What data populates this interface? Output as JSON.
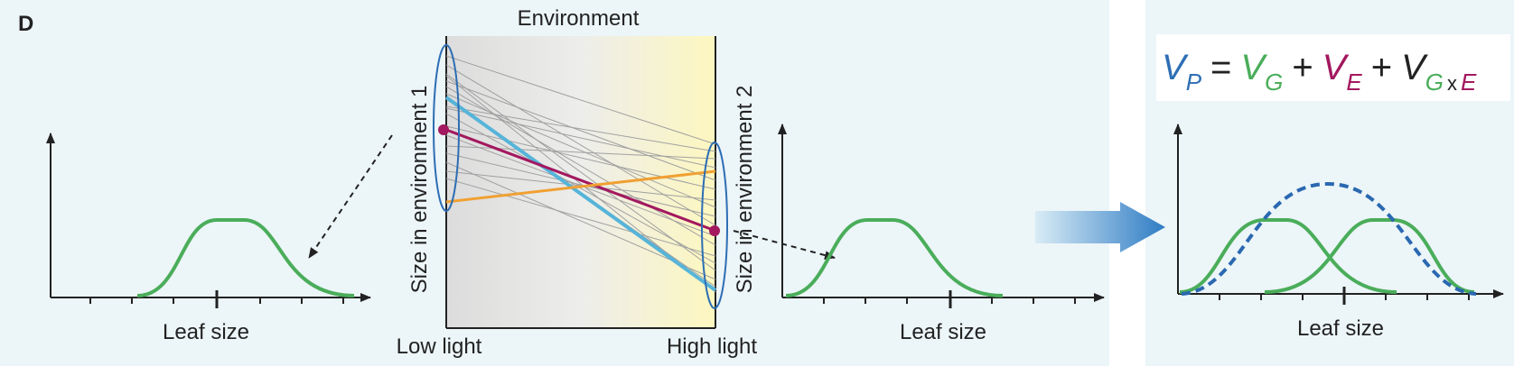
{
  "panel_letter": "D",
  "environment_axis": {
    "title": "Environment",
    "left_label": "Low light",
    "right_label": "High light",
    "left_axis_label": "Size in environment 1",
    "right_axis_label": "Size in environment 2"
  },
  "distribution_left": {
    "xlabel": "Leaf size"
  },
  "distribution_middle": {
    "xlabel": "Leaf size"
  },
  "distribution_right": {
    "xlabel": "Leaf size"
  },
  "equation": {
    "vp": "V",
    "vp_sub": "P",
    "eq": "=",
    "vg": "V",
    "vg_sub": "G",
    "plus1": "+",
    "ve": "V",
    "ve_sub": "E",
    "plus2": "+",
    "vgxe": "V",
    "vgxe_sub_g": "G",
    "vgxe_x": "x",
    "vgxe_sub_e": "E"
  },
  "colors": {
    "panel_bg": "#ecf5f8",
    "curve_green": "#4aad5a",
    "line_blue": "#56b4d9",
    "line_magenta": "#a3185f",
    "line_orange": "#f0a032",
    "line_gray": "#9a9a9a",
    "ellipse_blue": "#2d6eb4",
    "dashed_blue": "#2a68b0",
    "equation_blue": "#2d6eb4",
    "equation_green": "#4aad5a",
    "equation_magenta": "#a3185f"
  }
}
